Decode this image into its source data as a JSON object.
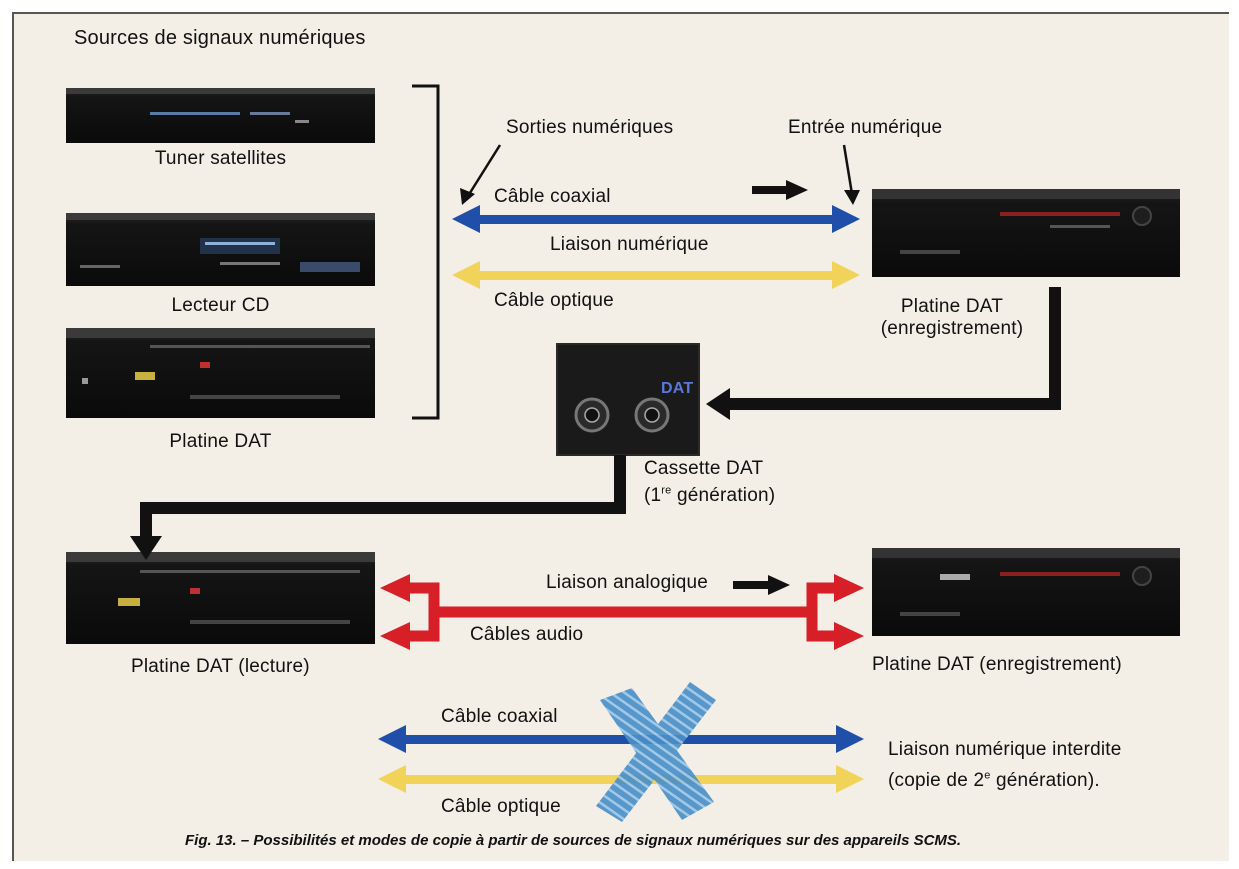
{
  "diagram": {
    "title": "Sources de signaux numériques",
    "sources": [
      {
        "label": "Tuner satellites"
      },
      {
        "label": "Lecteur CD"
      },
      {
        "label": "Platine DAT"
      }
    ],
    "top_link": {
      "outputs_label": "Sorties numériques",
      "input_label": "Entrée numérique",
      "coax_label": "Câble coaxial",
      "digital_label": "Liaison numérique",
      "optical_label": "Câble optique"
    },
    "recorder_top": {
      "line1": "Platine DAT",
      "line2": "(enregistrement)"
    },
    "cassette": {
      "badge": "DAT",
      "line1": "Cassette DAT",
      "line2_pre": "(1",
      "line2_sup": "re",
      "line2_post": " génération)"
    },
    "player": {
      "label": "Platine DAT (lecture)"
    },
    "analog": {
      "label": "Liaison analogique",
      "cables_label": "Câbles audio"
    },
    "recorder_bottom": {
      "label": "Platine DAT (enregistrement)"
    },
    "forbidden": {
      "coax_label": "Câble coaxial",
      "optical_label": "Câble optique",
      "line1": "Liaison numérique interdite",
      "line2_pre": "(copie de 2",
      "line2_sup": "e",
      "line2_post": " génération)."
    },
    "colors": {
      "coax": "#1f4fa8",
      "optical": "#f2d35a",
      "analog": "#d61f26",
      "cross": "#4a90c8",
      "device": "#141414",
      "flow_line": "#111111"
    },
    "caption": "Fig. 13. – Possibilités et modes de copie à partir de sources de signaux numériques sur des appareils SCMS."
  }
}
